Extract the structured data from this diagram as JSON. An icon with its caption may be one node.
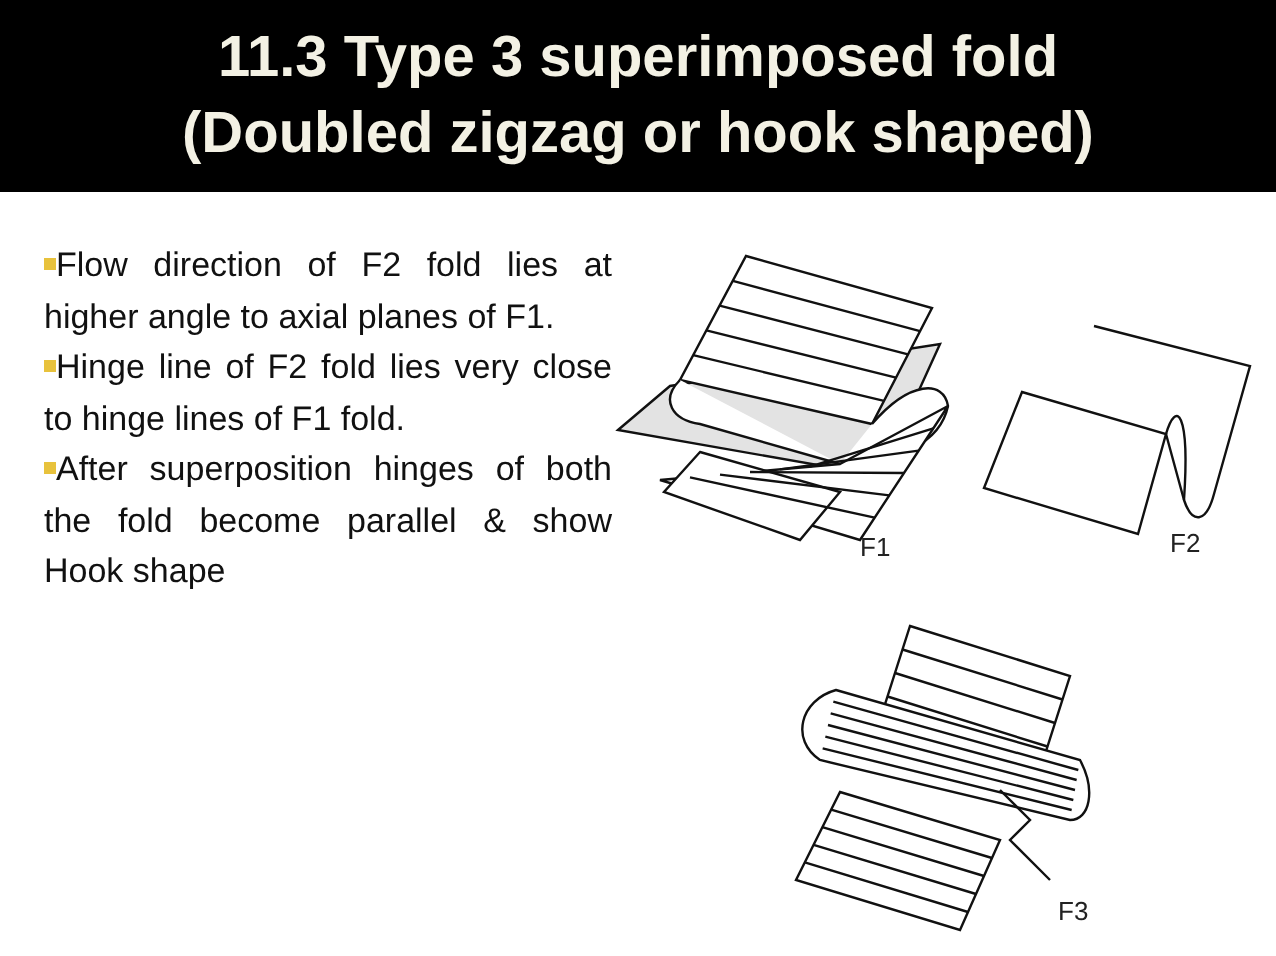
{
  "diagram": {
    "title": "11.3 Type 3 superimposed fold (Doubled zigzag or hook shaped)",
    "labels": [
      "Flow direction of F2 fold lies at higher angle to axial planes of F1.",
      "Hinge line of F2 fold lies very close to hinge lines of F1 fold.",
      "After superposition hinges of both the fold become parallel & show Hook shape",
      "F1",
      "F2",
      "F3"
    ]
  }
}
